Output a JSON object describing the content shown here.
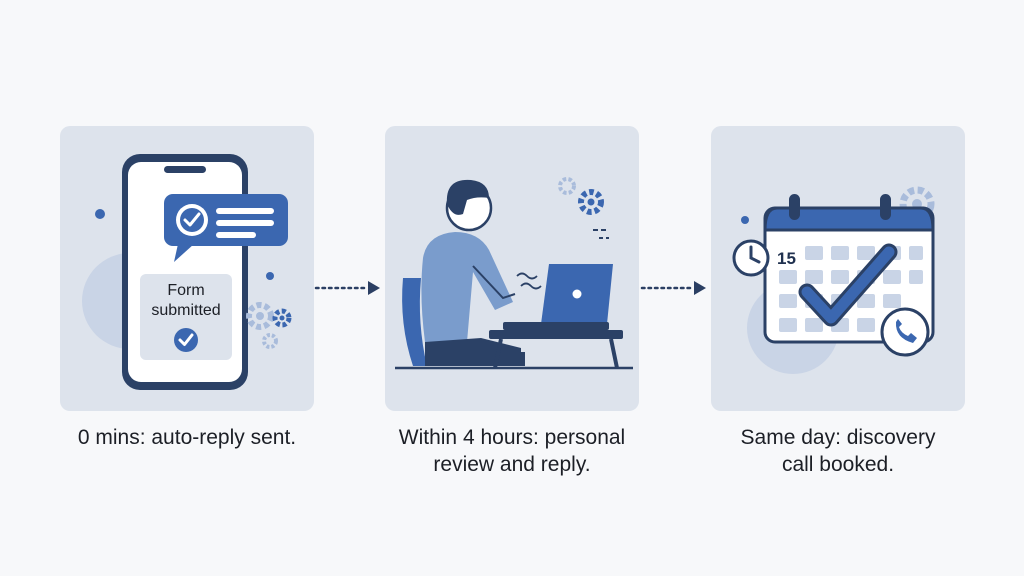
{
  "colors": {
    "panel_bg": "#dde3ec",
    "accent": "#3b67b0",
    "dark": "#2b4166",
    "light": "#a9bcdb",
    "arrow": "#2b3f63"
  },
  "steps": [
    {
      "illustration": "phone-form-submitted",
      "icons": [
        "phone-icon",
        "chat-bubble-check-icon",
        "gear-icon",
        "check-circle-icon"
      ],
      "form_line_1": "Form",
      "form_line_2": "submitted",
      "caption_line_1": "0 mins: auto-reply sent.",
      "caption_line_2": ""
    },
    {
      "illustration": "person-typing-laptop",
      "icons": [
        "person-icon",
        "laptop-icon",
        "gear-icon"
      ],
      "caption_line_1": "Within 4 hours: personal",
      "caption_line_2": "review and reply."
    },
    {
      "illustration": "calendar-checkmark",
      "icons": [
        "calendar-icon",
        "clock-icon",
        "phone-call-icon",
        "gear-icon"
      ],
      "calendar_date": "15",
      "caption_line_1": "Same day: discovery",
      "caption_line_2": "call booked."
    }
  ]
}
